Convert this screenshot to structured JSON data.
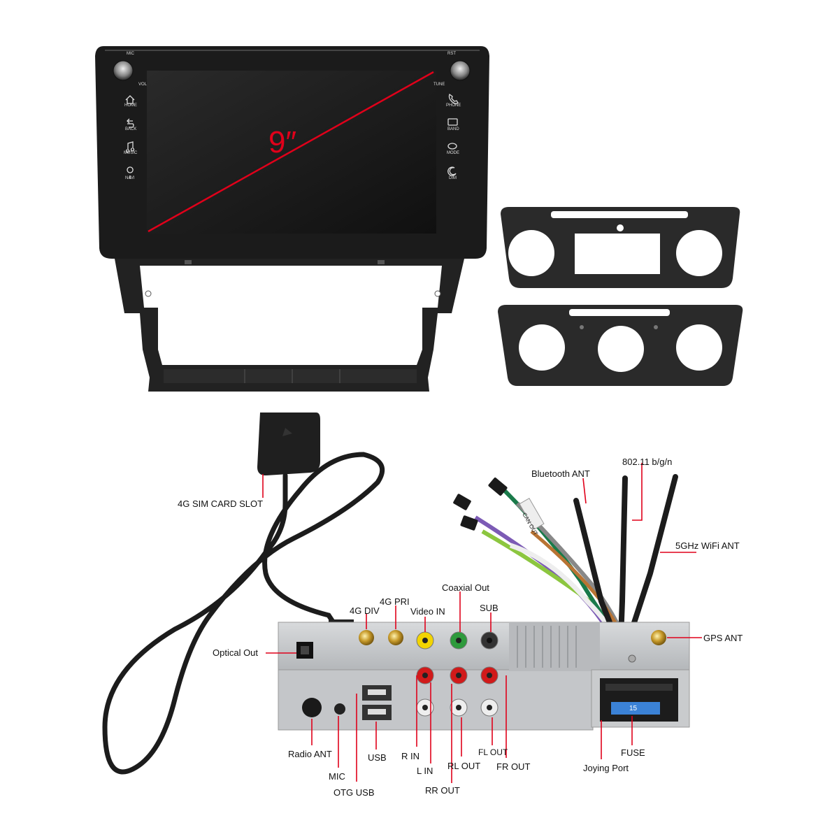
{
  "screen": {
    "size_label": "9″",
    "top_labels": {
      "left": "MIC",
      "right": "RST"
    },
    "knob_labels": {
      "left": "VOL",
      "right": "TUNE"
    },
    "left_buttons": [
      {
        "icon": "home-icon",
        "label": "HOME"
      },
      {
        "icon": "back-icon",
        "label": "BACK"
      },
      {
        "icon": "music-icon",
        "label": "MUSIC"
      },
      {
        "icon": "navi-icon",
        "label": "NAVI"
      }
    ],
    "right_buttons": [
      {
        "icon": "phone-icon",
        "label": "PHONE"
      },
      {
        "icon": "radio-icon",
        "label": "BAND"
      },
      {
        "icon": "mode-icon",
        "label": "MODE"
      },
      {
        "icon": "dim-icon",
        "label": "DIM"
      }
    ]
  },
  "connectors": {
    "sim_slot": "4G SIM CARD SLOT",
    "bluetooth_ant": "Bluetooth ANT",
    "wifi_24": "802.11 b/g/n",
    "wifi_5": "5GHz WiFi ANT",
    "coaxial_out": "Coaxial Out",
    "four_g_div": "4G DIV",
    "four_g_pri": "4G PRI",
    "video_in": "Video IN",
    "sub": "SUB",
    "gps_ant": "GPS ANT",
    "optical_out": "Optical Out",
    "radio_ant": "Radio ANT",
    "mic": "MIC",
    "otg_usb": "OTG USB",
    "usb": "USB",
    "r_in": "R IN",
    "l_in": "L IN",
    "rl_out": "RL OUT",
    "rr_out": "RR OUT",
    "fl_out": "FL OUT",
    "fr_out": "FR OUT",
    "joying_port": "Joying Port",
    "fuse": "FUSE",
    "cable_tag": "CAN OUT",
    "fuse_value": "15"
  },
  "colors": {
    "accent_red": "#e0001a",
    "bezel": "#1b1b1b",
    "chassis": "#c9cbcd",
    "rca_yellow": "#f2d400",
    "rca_green": "#2e9a3c",
    "rca_red": "#d11a1a",
    "rca_white": "#eeeeee",
    "fuse_blue": "#3b82d6"
  }
}
